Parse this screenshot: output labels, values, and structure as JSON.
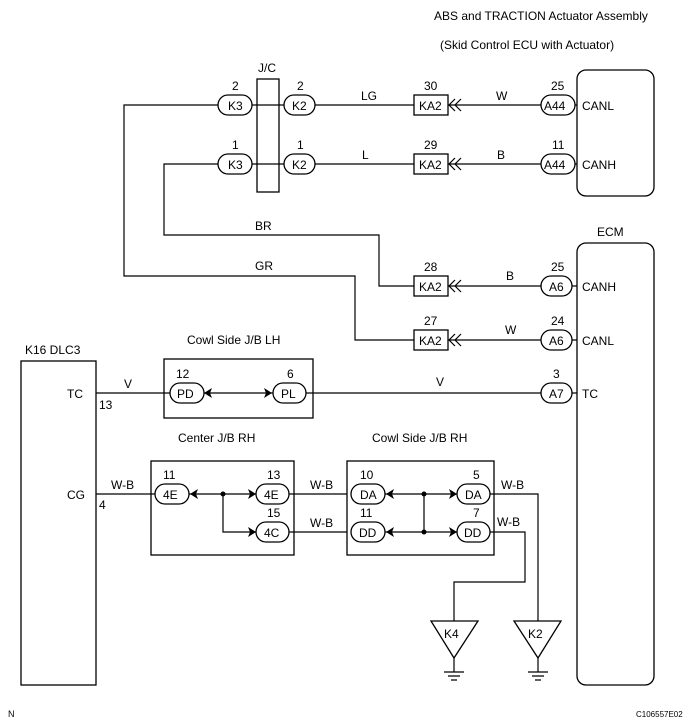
{
  "title": {
    "line1": "ABS and TRACTION Actuator Assembly",
    "line2": "(Skid Control ECU with Actuator)"
  },
  "jc": {
    "label": "J/C",
    "k3_top_pin": "2",
    "k3_top": "K3",
    "k2_top_pin": "2",
    "k2_top": "K2",
    "k3_bot_pin": "1",
    "k3_bot": "K3",
    "k2_bot_pin": "1",
    "k2_bot": "K2"
  },
  "abs": {
    "wire_lg": "LG",
    "ka2_a_pin": "30",
    "ka2_a": "KA2",
    "wire_w": "W",
    "a44_a_pin": "25",
    "a44_a": "A44",
    "canl": "CANL",
    "wire_l": "L",
    "ka2_b_pin": "29",
    "ka2_b": "KA2",
    "wire_b": "B",
    "a44_b_pin": "11",
    "a44_b": "A44",
    "canh": "CANH"
  },
  "ecm": {
    "label": "ECM",
    "wire_br": "BR",
    "wire_gr": "GR",
    "ka2_c_pin": "28",
    "ka2_c": "KA2",
    "wire_b": "B",
    "a6_a_pin": "25",
    "a6_a": "A6",
    "canh": "CANH",
    "ka2_d_pin": "27",
    "ka2_d": "KA2",
    "wire_w": "W",
    "a6_b_pin": "24",
    "a6_b": "A6",
    "canl": "CANL",
    "a7_pin": "3",
    "a7": "A7",
    "tc": "TC"
  },
  "dlc": {
    "label": "K16 DLC3",
    "tc": "TC",
    "tc_pin": "13",
    "cg": "CG",
    "cg_pin": "4",
    "wire_v": "V",
    "wire_wb": "W-B"
  },
  "cowl_lh": {
    "label": "Cowl Side J/B LH",
    "pd_pin": "12",
    "pd": "PD",
    "pl_pin": "6",
    "pl": "PL",
    "wire_v": "V"
  },
  "center_rh": {
    "label": "Center J/B RH",
    "c4e_left_pin": "11",
    "c4e_left": "4E",
    "c4e_right_pin": "13",
    "c4e_right": "4E",
    "c4c_pin": "15",
    "c4c": "4C",
    "wire_wb1": "W-B",
    "wire_wb2": "W-B"
  },
  "cowl_rh": {
    "label": "Cowl Side J/B RH",
    "da_left_pin": "10",
    "da_left": "DA",
    "da_right_pin": "5",
    "da_right": "DA",
    "dd_left_pin": "11",
    "dd_left": "DD",
    "dd_right_pin": "7",
    "dd_right": "DD",
    "wire_wb1": "W-B",
    "wire_wb2": "W-B"
  },
  "grounds": {
    "k4": "K4",
    "k2": "K2"
  },
  "footer": {
    "left": "N",
    "code": "C106557E02"
  }
}
